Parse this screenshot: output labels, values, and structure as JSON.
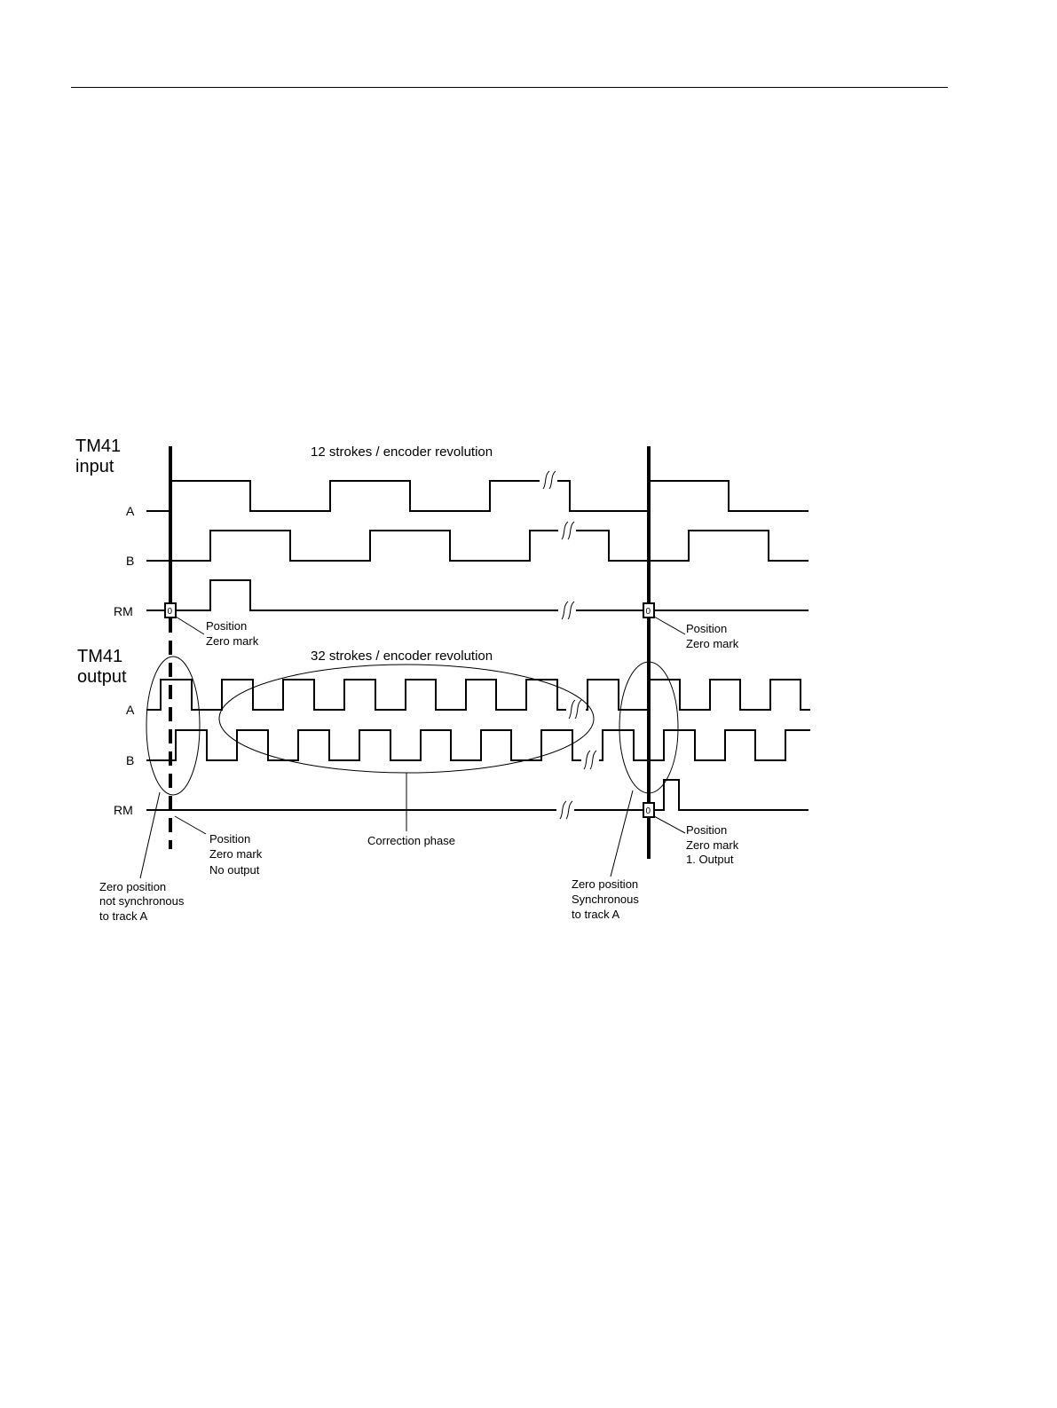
{
  "input": {
    "title_line1": "TM41",
    "title_line2": "input",
    "strokes_caption": "12 strokes / encoder revolution",
    "track_a": "A",
    "track_b": "B",
    "track_rm": "RM",
    "left_marker": {
      "value": "0",
      "line1": "Position",
      "line2": "Zero mark"
    },
    "right_marker": {
      "value": "0",
      "line1": "Position",
      "line2": "Zero mark"
    }
  },
  "output": {
    "title_line1": "TM41",
    "title_line2": "output",
    "strokes_caption": "32 strokes / encoder revolution",
    "track_a": "A",
    "track_b": "B",
    "track_rm": "RM",
    "left_note": {
      "line1": "Position",
      "line2": "Zero mark",
      "line3": "No output"
    },
    "right_marker": {
      "value": "0",
      "line1": "Position",
      "line2": "Zero mark",
      "line3": "1. Output"
    },
    "correction_phase": "Correction phase",
    "zero_not_sync": {
      "line1": "Zero position",
      "line2": "not synchronous",
      "line3": "to track A"
    },
    "zero_sync": {
      "line1": "Zero position",
      "line2": "Synchronous",
      "line3": "to track A"
    }
  }
}
